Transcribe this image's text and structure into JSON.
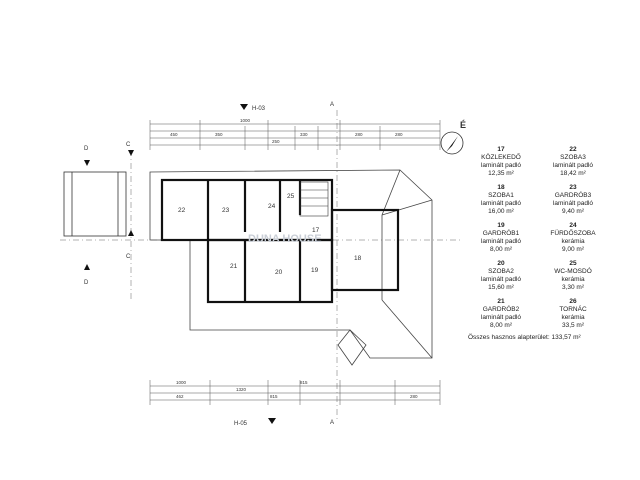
{
  "plan": {
    "section_marks": {
      "top": "H-03",
      "bottom": "H-05",
      "axis_a": "A",
      "axis_c": "C",
      "axis_d": "D"
    },
    "north_label": "É",
    "room_numbers": [
      "22",
      "23",
      "24",
      "25",
      "17",
      "18",
      "21",
      "20",
      "19"
    ],
    "watermark": "DUNA HOUSE",
    "top_dimensions": [
      "1000",
      "450",
      "350",
      "330",
      "280",
      "280",
      "250"
    ],
    "bottom_dimensions": [
      "1000",
      "815",
      "1320",
      "462",
      "815",
      "280"
    ]
  },
  "rooms": [
    {
      "num": "17",
      "name": "KÖZLEKEDŐ",
      "floor": "laminált padló",
      "area": "12,35 m²"
    },
    {
      "num": "22",
      "name": "SZOBA3",
      "floor": "laminált padló",
      "area": "18,42 m²"
    },
    {
      "num": "18",
      "name": "SZOBA1",
      "floor": "laminált padló",
      "area": "16,00 m²"
    },
    {
      "num": "23",
      "name": "GARDRÓB3",
      "floor": "laminált padló",
      "area": "9,40 m²"
    },
    {
      "num": "19",
      "name": "GARDRÓB1",
      "floor": "laminált padló",
      "area": "8,00 m²"
    },
    {
      "num": "24",
      "name": "FÜRDŐSZOBA",
      "floor": "kerámia",
      "area": "9,00 m²"
    },
    {
      "num": "20",
      "name": "SZOBA2",
      "floor": "laminált padló",
      "area": "15,60 m²"
    },
    {
      "num": "25",
      "name": "WC-MOSDÓ",
      "floor": "kerámia",
      "area": "3,30 m²"
    },
    {
      "num": "21",
      "name": "GARDRÓB2",
      "floor": "laminált padló",
      "area": "8,00 m²"
    },
    {
      "num": "26",
      "name": "TORNÁC",
      "floor": "kerámia",
      "area": "33,5 m²"
    }
  ],
  "total": "Összes hasznos alapterület: 133,57 m²"
}
